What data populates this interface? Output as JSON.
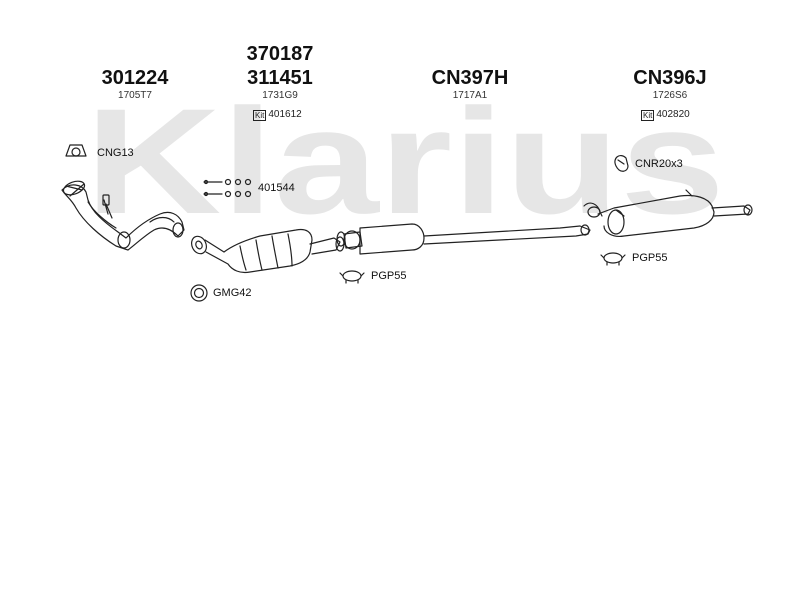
{
  "watermark": "Klarius",
  "columns": [
    {
      "id": "c1",
      "part_numbers": [
        "301224"
      ],
      "oe_ref": "1705T7",
      "kit": ""
    },
    {
      "id": "c2",
      "part_numbers": [
        "370187",
        "311451"
      ],
      "oe_ref": "1731G9",
      "kit": "401612"
    },
    {
      "id": "c3",
      "part_numbers": [
        "CN397H"
      ],
      "oe_ref": "1717A1",
      "kit": ""
    },
    {
      "id": "c4",
      "part_numbers": [
        "CN396J"
      ],
      "oe_ref": "1726S6",
      "kit": "402820"
    }
  ],
  "kit_badge": "Kit",
  "callouts": {
    "gasket_front": "CNG13",
    "bolt_kit": "401544",
    "gasket_cat": "GMG42",
    "clamp_mid": "PGP55",
    "rubber_mount": "CNR20x3",
    "clamp_rear": "PGP55"
  },
  "colors": {
    "watermark": "#e6e6e6",
    "line": "#222222"
  }
}
